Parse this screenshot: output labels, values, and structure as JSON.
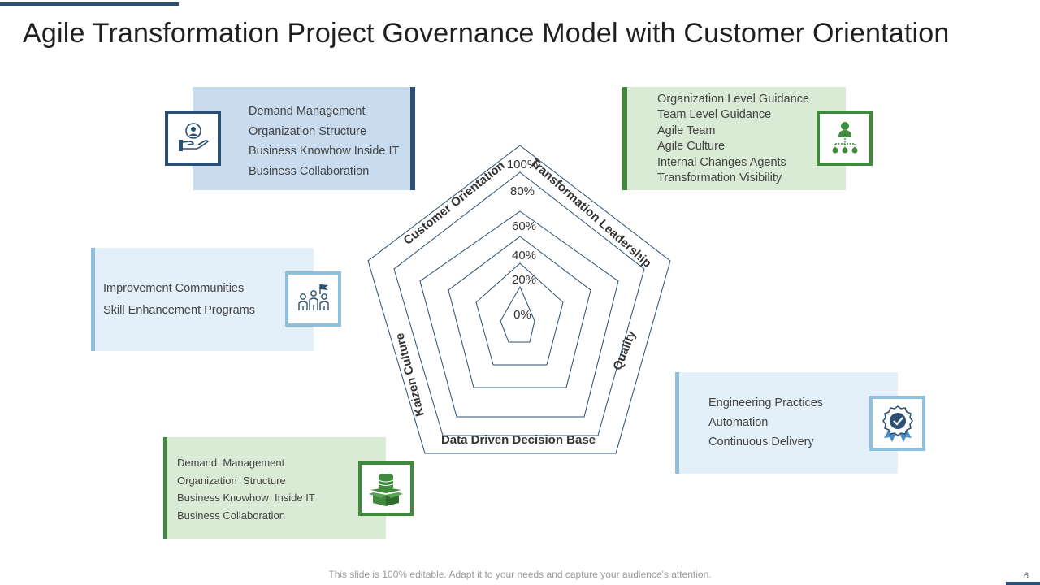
{
  "title": "Agile Transformation Project Governance Model with Customer Orientation",
  "footer": "This slide is 100% editable. Adapt it to your needs and capture your audience's attention.",
  "page_number": "6",
  "radar": {
    "levels": [
      "0%",
      "20%",
      "40%",
      "60%",
      "80%",
      "100%"
    ],
    "axes": [
      "Customer Orientation",
      "Transformation Leadership",
      "Quality",
      "Data Driven Decision Base",
      "Kaizen Culture"
    ]
  },
  "boxes": {
    "top_left": {
      "lines": [
        "Demand Management",
        "Organization Structure",
        "Business Knowhow Inside IT",
        "Business Collaboration"
      ],
      "icon": "person-hand-icon"
    },
    "top_right": {
      "lines": [
        "Organization Level Guidance",
        "Team Level Guidance",
        "Agile Team",
        "Agile Culture",
        "Internal Changes Agents",
        "Transformation Visibility"
      ],
      "icon": "hierarchy-person-icon"
    },
    "mid_left": {
      "lines": [
        "Improvement Communities",
        "Skill Enhancement Programs"
      ],
      "icon": "team-flag-icon"
    },
    "bottom_right": {
      "lines": [
        "Engineering Practices",
        "Automation",
        "Continuous Delivery"
      ],
      "icon": "award-badge-icon"
    },
    "bottom_left": {
      "lines": [
        "Demand  Management",
        "Organization  Structure",
        "Business Knowhow  Inside IT",
        "Business Collaboration"
      ],
      "icon": "database-box-icon"
    }
  },
  "colors": {
    "blue_dark": "#2a4f73",
    "blue_fill": "#c9dcef",
    "light_blue_fill": "#e4f0f9",
    "light_blue_border": "#8fbfdc",
    "green_dark": "#3f8a3c",
    "green_fill": "#d9ebd5"
  }
}
